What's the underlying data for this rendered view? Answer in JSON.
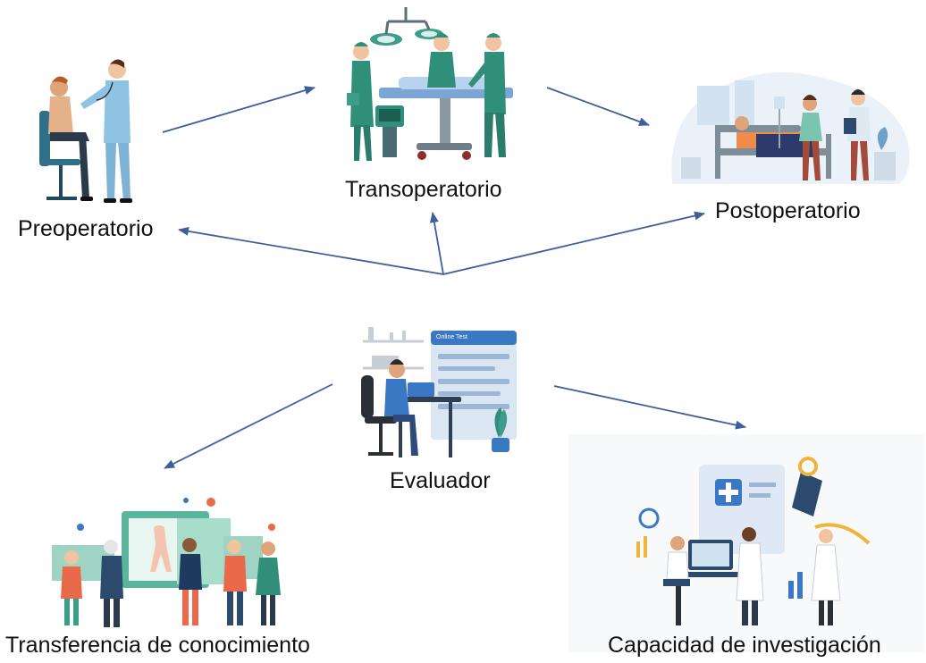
{
  "nodes": {
    "preoperatorio": "Preoperatorio",
    "transoperatorio": "Transoperatorio",
    "postoperatorio": "Postoperatorio",
    "evaluador": "Evaluador",
    "transferencia": "Transferencia de conocimiento",
    "capacidad": "Capacidad de investigación"
  },
  "evaluador_screen": {
    "title": "Online Test"
  },
  "colors": {
    "arrow": "#3e5f9c",
    "scrub_teal": "#2f8f7a",
    "accent_blue": "#3a78c4",
    "text": "#111111"
  }
}
